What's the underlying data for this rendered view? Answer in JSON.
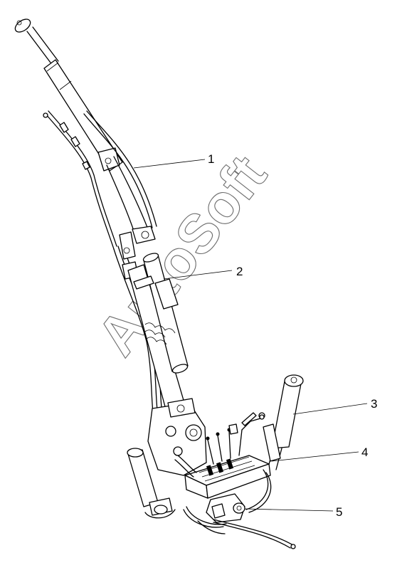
{
  "watermark": "AutoSoft",
  "callouts": [
    {
      "label": "1"
    },
    {
      "label": "2"
    },
    {
      "label": "3"
    },
    {
      "label": "4"
    },
    {
      "label": "5"
    }
  ]
}
